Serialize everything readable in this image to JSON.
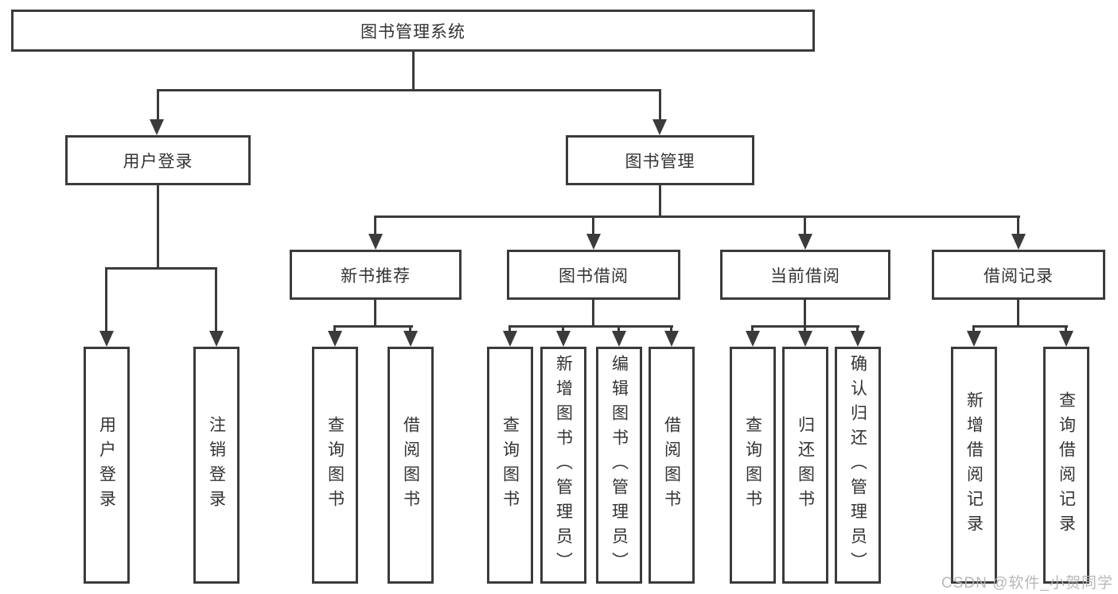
{
  "tree": {
    "label": "图书管理系统",
    "children": [
      {
        "label": "用户登录",
        "children": [
          {
            "label": "用户登录"
          },
          {
            "label": "注销登录"
          }
        ]
      },
      {
        "label": "图书管理",
        "children": [
          {
            "label": "新书推荐",
            "children": [
              {
                "label": "查询图书"
              },
              {
                "label": "借阅图书"
              }
            ]
          },
          {
            "label": "图书借阅",
            "children": [
              {
                "label": "查询图书"
              },
              {
                "label": "新增图书（管理员）"
              },
              {
                "label": "编辑图书（管理员）"
              },
              {
                "label": "借阅图书"
              }
            ]
          },
          {
            "label": "当前借阅",
            "children": [
              {
                "label": "查询图书"
              },
              {
                "label": "归还图书"
              },
              {
                "label": "确认归还（管理员）"
              }
            ]
          },
          {
            "label": "借阅记录",
            "children": [
              {
                "label": "新增借阅记录"
              },
              {
                "label": "查询借阅记录"
              }
            ]
          }
        ]
      }
    ]
  },
  "watermark": {
    "text": "CSDN @软件_小贺同学"
  },
  "colors": {
    "line": "#3b3b3b",
    "text": "#333333",
    "background": "#ffffff",
    "watermark": "#b2b2b2"
  }
}
